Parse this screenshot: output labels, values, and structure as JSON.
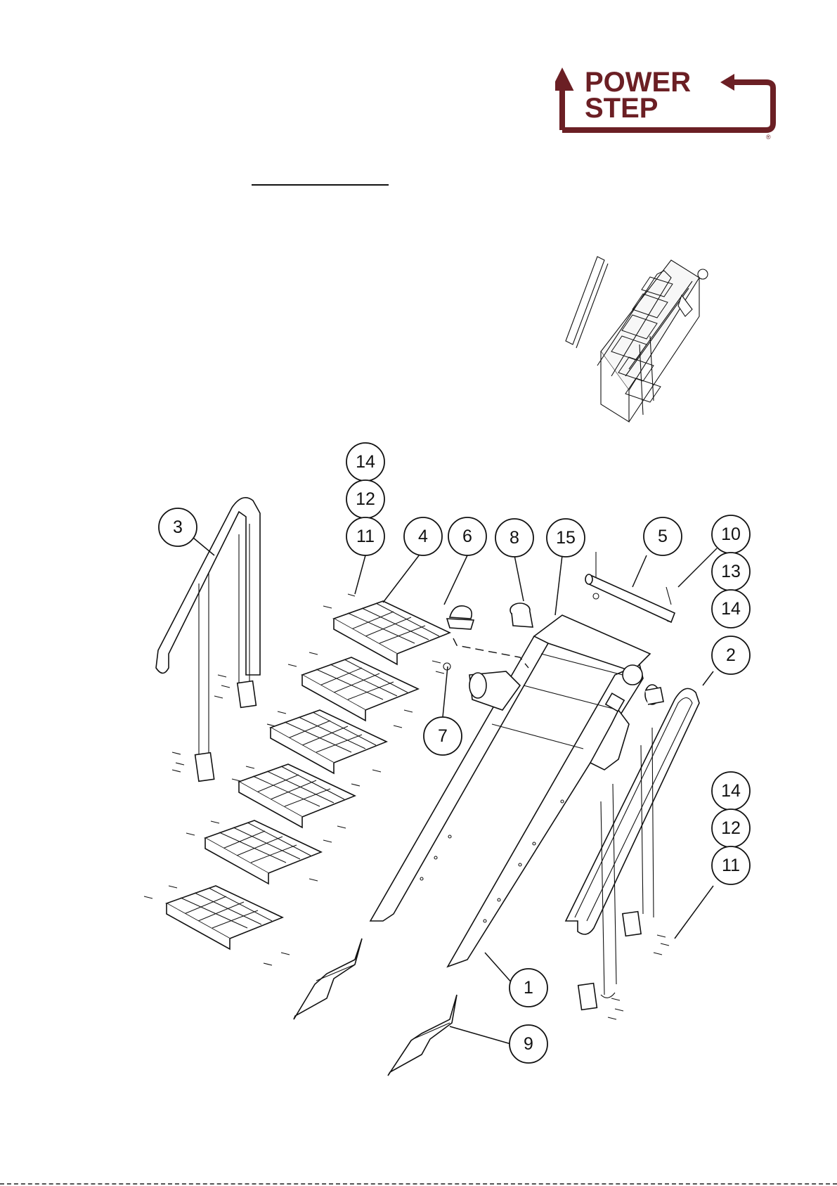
{
  "brand": {
    "line1": "POWER",
    "line2": "STEP",
    "registered": "®",
    "color": "#6b1f24"
  },
  "callouts": {
    "c1": "1",
    "c2": "2",
    "c3": "3",
    "c4": "4",
    "c5": "5",
    "c6": "6",
    "c7": "7",
    "c8": "8",
    "c9": "9",
    "c10": "10",
    "c13": "13",
    "c14a": "14",
    "c15": "15",
    "c14b": "14",
    "c12a": "12",
    "c11a": "11",
    "c14c": "14",
    "c12b": "12",
    "c11b": "11"
  }
}
